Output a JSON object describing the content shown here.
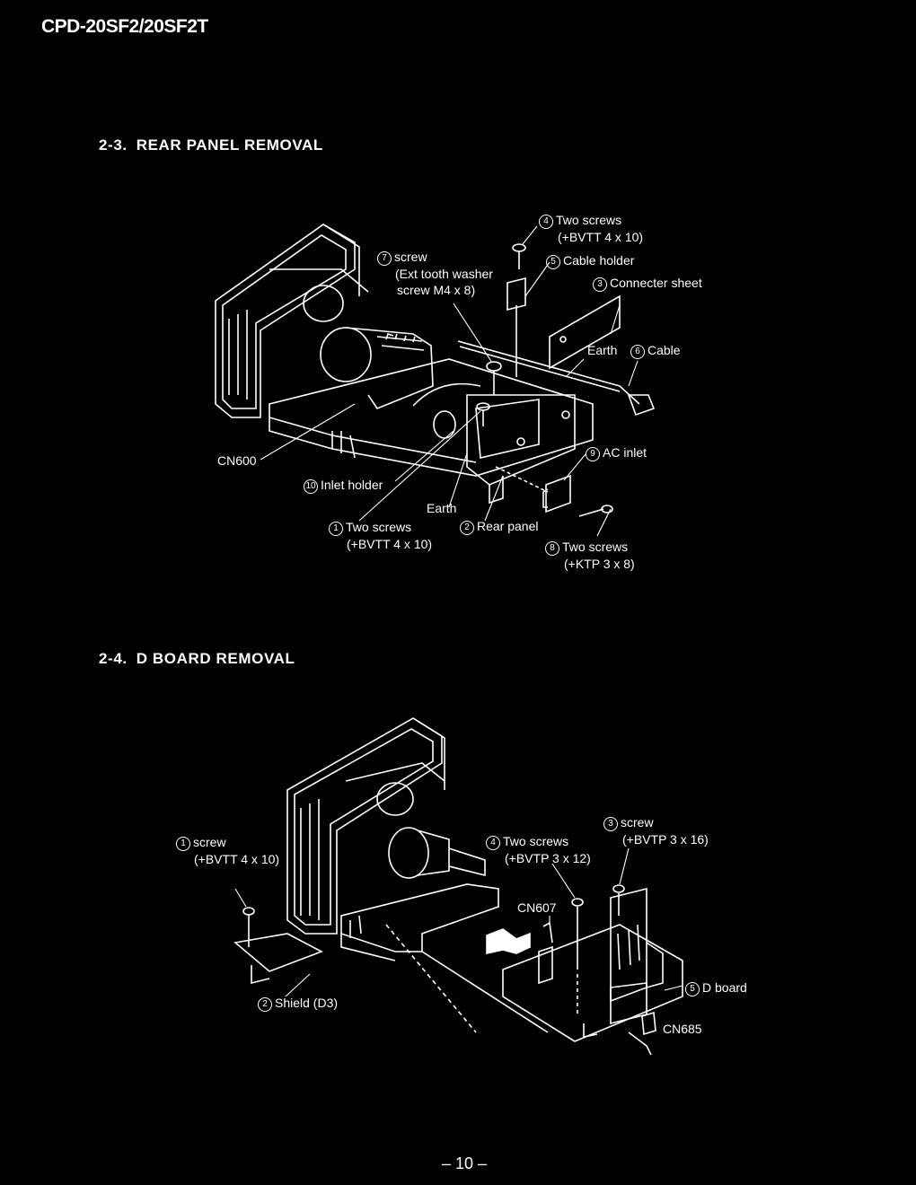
{
  "header": {
    "model": "CPD-20SF2/20SF2T"
  },
  "section1": {
    "number": "2-3.",
    "title": "REAR PANEL REMOVAL",
    "labels": {
      "l4": {
        "num": "4",
        "line1": "Two screws",
        "line2": "(+BVTT 4 x 10)"
      },
      "l7": {
        "num": "7",
        "line1": "screw",
        "line2": "(Ext tooth washer",
        "line3": "screw M4 x 8)"
      },
      "l5": {
        "num": "5",
        "text": "Cable holder"
      },
      "l3": {
        "num": "3",
        "text": "Connecter sheet"
      },
      "earth_top": "Earth",
      "l6": {
        "num": "6",
        "text": "Cable"
      },
      "cn600": "CN600",
      "l9": {
        "num": "9",
        "text": "AC inlet"
      },
      "l10": {
        "num": "10",
        "text": "Inlet holder"
      },
      "earth_bottom": "Earth",
      "l1": {
        "num": "1",
        "line1": "Two screws",
        "line2": "(+BVTT 4 x 10)"
      },
      "l2": {
        "num": "2",
        "text": "Rear panel"
      },
      "l8": {
        "num": "8",
        "line1": "Two screws",
        "line2": "(+KTP 3 x 8)"
      }
    }
  },
  "section2": {
    "number": "2-4.",
    "title": "D BOARD REMOVAL",
    "labels": {
      "l1": {
        "num": "1",
        "line1": "screw",
        "line2": "(+BVTT 4 x 10)"
      },
      "l4": {
        "num": "4",
        "line1": "Two screws",
        "line2": "(+BVTP 3 x 12)"
      },
      "l3": {
        "num": "3",
        "line1": "screw",
        "line2": "(+BVTP 3 x 16)"
      },
      "cn607": "CN607",
      "l5": {
        "num": "5",
        "text": "D board"
      },
      "l2": {
        "num": "2",
        "text": "Shield (D3)"
      },
      "cn685": "CN685"
    }
  },
  "footer": {
    "page": "– 10 –"
  }
}
